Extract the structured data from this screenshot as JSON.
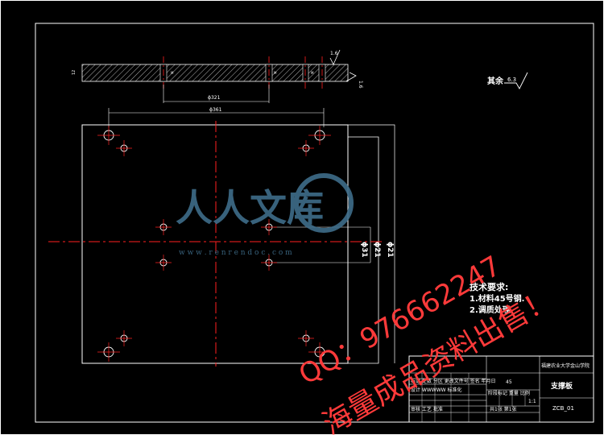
{
  "drawing": {
    "roughness_label": "其余",
    "roughness_value": "6.3",
    "top_roughness": "1.6",
    "side_roughness": "1.6",
    "dim_inner": "ϕ321",
    "dim_outer": "ϕ361",
    "right_dims": [
      "ϕ31",
      "ϕ21",
      "ϕ21"
    ],
    "tech_title": "技术要求:",
    "tech_item1": "1.材料45号钢.",
    "tech_item2": "2.调质处理."
  },
  "title_block": {
    "school": "福建农业大学金山学院",
    "part_name": "支撑板",
    "drawing_no": "ZCB_01",
    "scale": "1:1",
    "sheet_info": "共1张   第1张",
    "stage_headers": "阶段标记  重量  比例",
    "row1": "标记 处数 分区 更改文件号 签名 年月日",
    "row2": "设计 WWWWW    标准化",
    "row3": "审核        工艺   批准",
    "material": "45"
  },
  "watermark": {
    "brand": "人人文库",
    "url": "w w w . r e n r e n d o c . c o m",
    "qq": "QQ：976662247",
    "slogan": "海量成品资料出售！"
  }
}
